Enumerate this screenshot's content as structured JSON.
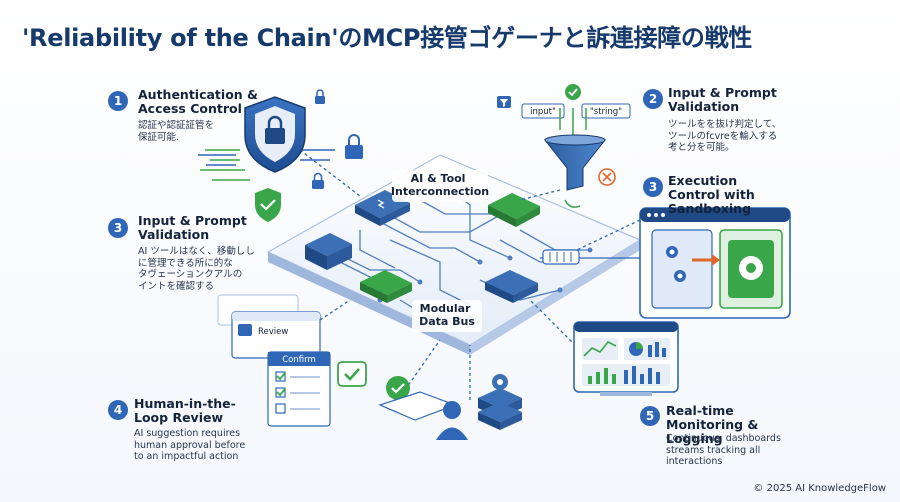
{
  "title": "'Reliability of the Chain'のMCP接管ゴゲーナと訴連接障の戦性",
  "hub": {
    "top_label": "AI & Tool Interconnection",
    "bottom_label": "Modular Data Bus"
  },
  "callouts": [
    {
      "number": "1",
      "title": "Authentication & Access Control",
      "desc": "認証や認証証管を\n保証可能."
    },
    {
      "number": "2",
      "title": "Input & Prompt Validation",
      "desc": "ツールをを抜け判定して、\nツールのfcvreを輸入する\n考と分を可能。"
    },
    {
      "number": "3",
      "title": "Input & Prompt Validation",
      "desc": "AI ツールはなく、移動しし\nに管理できる所に的な\nタヴェーションクアルの\nイントを確認する"
    },
    {
      "number": "3",
      "title": "Execution Control with Sandboxing",
      "desc": ""
    },
    {
      "number": "4",
      "title": "Human-in-the-Loop Review",
      "desc": "AI suggestion requires\nhuman approval before\nto an impactful action"
    },
    {
      "number": "5",
      "title": "Real-time Monitoring & Logging",
      "desc": "Continuous, dashboards\nstreams  tracking all\ninteractions"
    }
  ],
  "validation_tags": [
    "input\"",
    "\"string\""
  ],
  "review_cards": [
    "Review",
    "Confirm"
  ],
  "footer": "© 2025 AI KnowledgeFlow",
  "colors": {
    "accent": "#2f67b6",
    "green": "#3aa64a",
    "title": "#163a6b",
    "navy": "#1f3d6b"
  }
}
